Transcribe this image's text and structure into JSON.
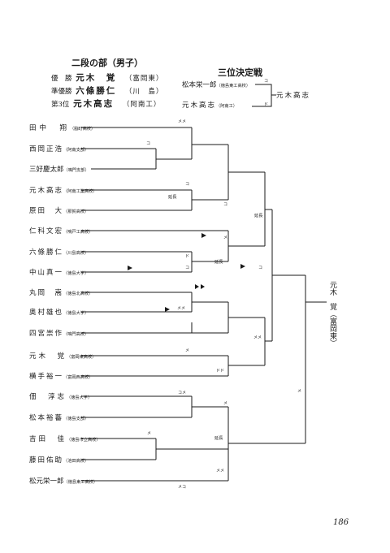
{
  "header": {
    "section_title": "二段の部（男子）",
    "winners": [
      {
        "rank": "優　勝",
        "name": "元木　覚",
        "school": "（富岡東）"
      },
      {
        "rank": "準優勝",
        "name": "六條勝仁",
        "school": "（川　島）"
      },
      {
        "rank": "第3位",
        "name": "元木高志",
        "school": "（阿南工）"
      }
    ]
  },
  "third_place": {
    "title": "三位決定戦",
    "p1_name": "松本栄一郎",
    "p1_school": "（徳島東工高校）",
    "p2_name": "元木高志",
    "p2_school": "（阿南工）",
    "winner": "元木高志",
    "mark_top": "コ",
    "mark_bottom": "ド"
  },
  "players": [
    {
      "name": "田中　翔",
      "school": "（脇町高校）"
    },
    {
      "name": "西岡正浩",
      "school": "（阿南支部）"
    },
    {
      "name": "三好慶太郎",
      "school": "（鳴門支部）"
    },
    {
      "name": "元木高志",
      "school": "（阿南工業高校）"
    },
    {
      "name": "原田　大",
      "school": "（那賀高校）"
    },
    {
      "name": "仁科文宏",
      "school": "（鳴戸工高校）"
    },
    {
      "name": "六條勝仁",
      "school": "（川島高校）"
    },
    {
      "name": "中山真一",
      "school": "（徳島大学）"
    },
    {
      "name": "丸岡　嵩",
      "school": "（徳島北高校）"
    },
    {
      "name": "奥村雄也",
      "school": "（徳島大学）"
    },
    {
      "name": "四宮崇作",
      "school": "（鳴門高校）"
    },
    {
      "name": "元木　覚",
      "school": "（富岡東高校）"
    },
    {
      "name": "横手裕一",
      "school": "（富岡西高校）"
    },
    {
      "name": "佃　淳志",
      "school": "（徳島大学）"
    },
    {
      "name": "松本裕蕃",
      "school": "（徳島支部）"
    },
    {
      "name": "吉田　佳",
      "school": "（徳島市立高校）"
    },
    {
      "name": "藤田佑助",
      "school": "（池田高校）"
    },
    {
      "name": "松元栄一郎",
      "school": "（徳島東工高校）"
    }
  ],
  "marks": {
    "m1": "メメ",
    "m2": "コ",
    "m3": "コ",
    "m4": "コ",
    "ext1": "延長",
    "m5": "メ",
    "m6": "ド",
    "m7": "コ",
    "m8": "コ",
    "ext2": "延長",
    "ext3": "延長",
    "m9": "ド",
    "m10": "メメ",
    "m11": "メ",
    "m12": "ドド",
    "m13": "メメ",
    "m14": "メ",
    "m15": "コメ",
    "m16": "メ",
    "ext4": "延長",
    "m17": "メ",
    "m18": "メメ",
    "m19": "メコ"
  },
  "champion": {
    "name": "元木　覚",
    "school": "（富岡東）"
  },
  "page_number": "186"
}
